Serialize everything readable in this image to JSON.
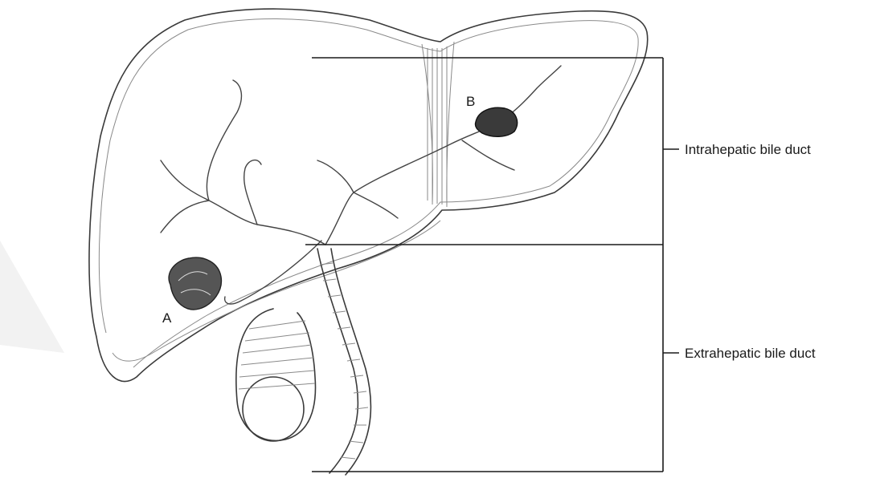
{
  "labels": {
    "intrahepatic": "Intrahepatic bile duct",
    "extrahepatic": "Extrahepatic bile duct",
    "marker_a": "A",
    "marker_b": "B"
  },
  "colors": {
    "background": "#ffffff",
    "outline": "#3a3a3a",
    "text": "#1a1a1a",
    "watermark": "#f0f0f0"
  }
}
